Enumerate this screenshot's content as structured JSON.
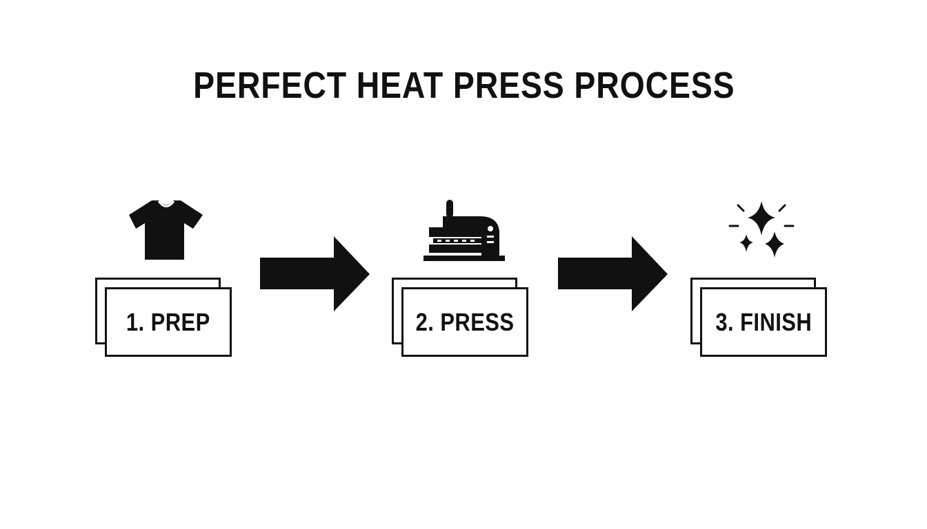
{
  "title": "PERFECT HEAT PRESS PROCESS",
  "colors": {
    "ink": "#111111",
    "background": "#ffffff"
  },
  "steps": [
    {
      "label": "1. PREP",
      "icon": "t-shirt-icon"
    },
    {
      "label": "2. PRESS",
      "icon": "heat-press-machine-icon"
    },
    {
      "label": "3. FINISH",
      "icon": "sparkles-icon"
    }
  ],
  "connectors": [
    "right-arrow-icon",
    "right-arrow-icon"
  ]
}
